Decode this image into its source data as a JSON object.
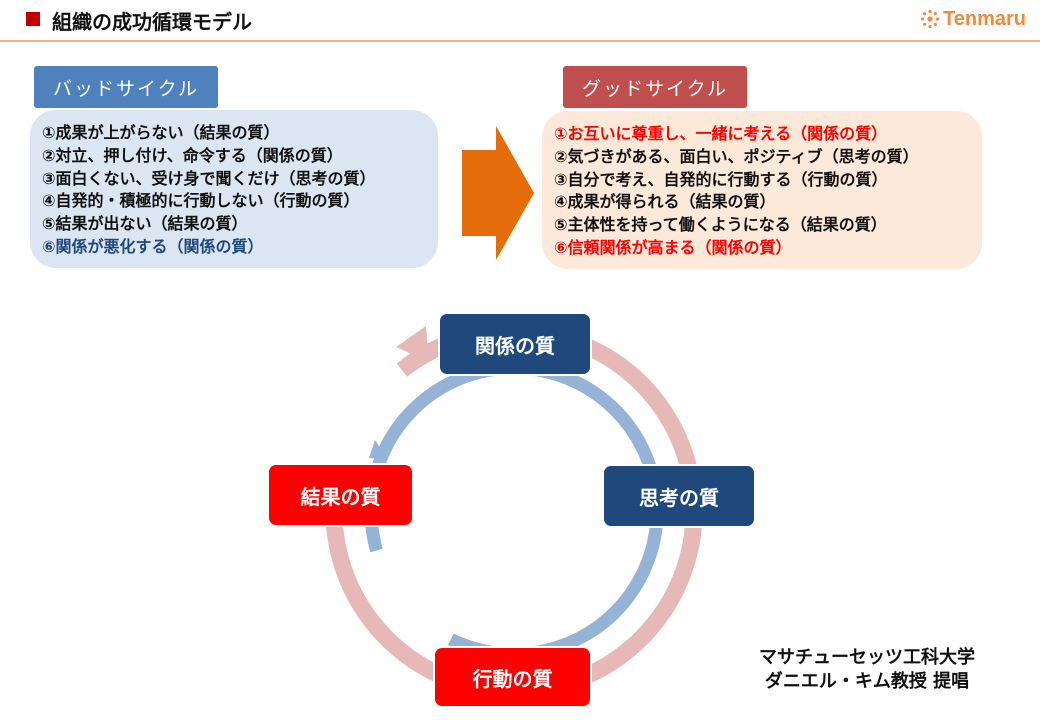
{
  "header": {
    "title": "組織の成功循環モデル",
    "logo_text": "Tenmaru",
    "logo_icon": "sun-dots-icon",
    "accent_color": "#c00000",
    "logo_color": "#f08a3c"
  },
  "bad_cycle": {
    "label": "バッドサイクル",
    "label_color": "#4f81bd",
    "items": [
      "①成果が上がらない（結果の質）",
      "②対立、押し付け、命令する（関係の質）",
      "③面白くない、受け身で聞くだけ（思考の質）",
      "④自発的・積極的に行動しない（行動の質）",
      "⑤結果が出ない（結果の質）",
      "⑥関係が悪化する（関係の質）"
    ]
  },
  "good_cycle": {
    "label": "グッドサイクル",
    "label_color": "#c0504d",
    "items": [
      "①お互いに尊重し、一緒に考える（関係の質）",
      "②気づきがある、面白い、ポジティブ（思考の質）",
      "③自分で考え、自発的に行動する（行動の質）",
      "④成果が得られる（結果の質）",
      "⑤主体性を持って働くようになる（結果の質）",
      "⑥信頼関係が高まる（関係の質）"
    ]
  },
  "transition_arrow_color": "#e46c0a",
  "cycle": {
    "relation": "関係の質",
    "thinking": "思考の質",
    "action": "行動の質",
    "result": "結果の質",
    "outer_ring_color": "#e6b9b8",
    "inner_ring_color": "#95b3d7"
  },
  "credit": {
    "line1": "マサチューセッツ工科大学",
    "line2": "ダニエル・キム教授 提唱"
  }
}
